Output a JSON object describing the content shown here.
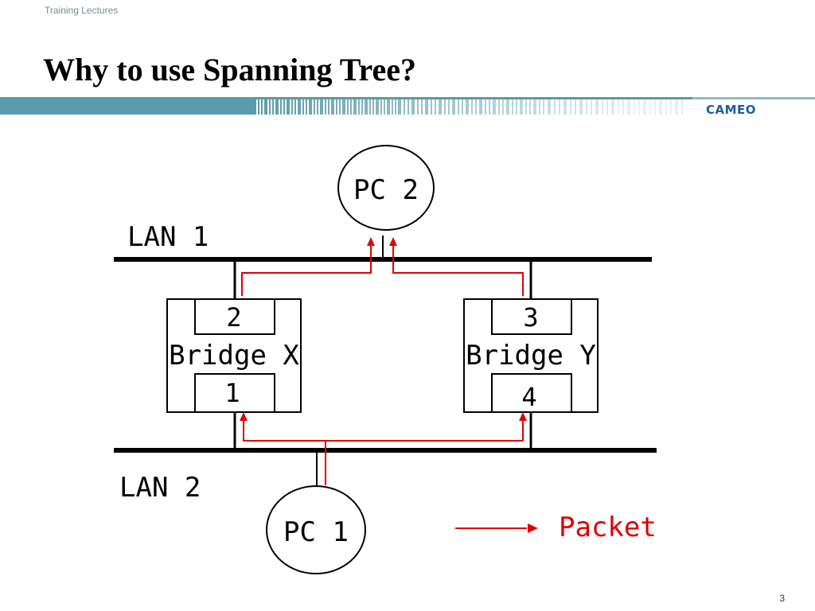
{
  "header": {
    "label": "Training Lectures"
  },
  "slide": {
    "title": "Why to use Spanning Tree?",
    "page_number": "3"
  },
  "logo": {
    "text": "CAMEO",
    "color": "#1e5aa8"
  },
  "banner": {
    "color": "#5b9aa8"
  },
  "diagram": {
    "lan1": "LAN 1",
    "lan2": "LAN 2",
    "pc1": "PC 1",
    "pc2": "PC 2",
    "bridge_x": {
      "label": "Bridge X",
      "top_port": "2",
      "bottom_port": "1"
    },
    "bridge_y": {
      "label": "Bridge Y",
      "top_port": "3",
      "bottom_port": "4"
    },
    "legend": {
      "label": "Packet",
      "color": "#e00000"
    }
  }
}
